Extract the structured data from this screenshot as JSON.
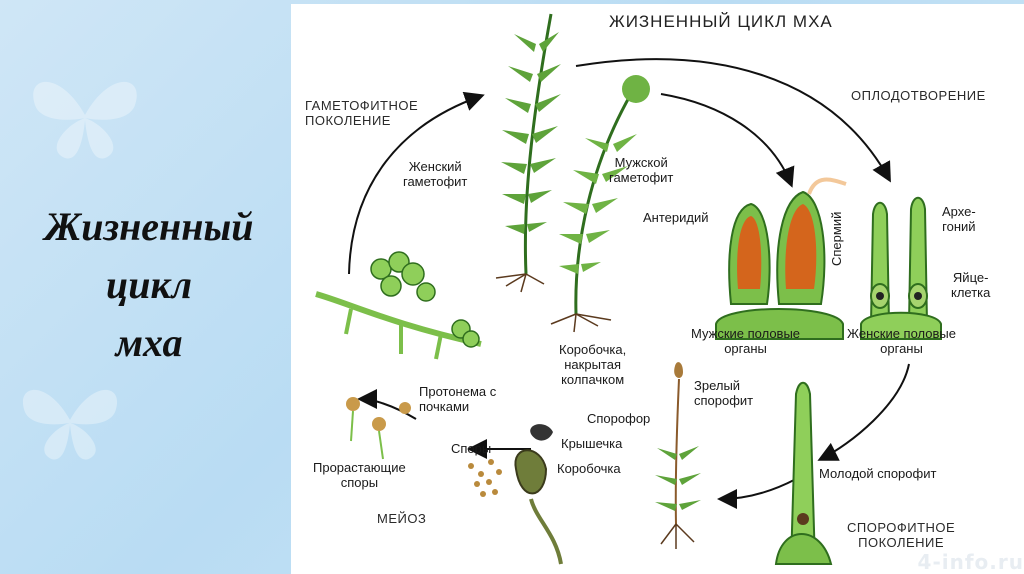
{
  "slide_title_lines": [
    "Жизненный",
    "цикл",
    "мха"
  ],
  "diagram": {
    "heading": "ЖИЗНЕННЫЙ ЦИКЛ МХА",
    "labels": {
      "gametophyte_generation": [
        "ГАМЕТОФИТНОЕ",
        "ПОКОЛЕНИЕ"
      ],
      "fertilization": "ОПЛОДОТВОРЕНИЕ",
      "female_gametophyte": [
        "Женский",
        "гаметофит"
      ],
      "male_gametophyte": [
        "Мужской",
        "гаметофит"
      ],
      "antheridium": "Антеридий",
      "sperm": "Спермий",
      "archegonium": [
        "Архе-",
        "гоний"
      ],
      "egg_cell": [
        "Яйце-",
        "клетка"
      ],
      "male_organs": [
        "Мужские половые",
        "органы"
      ],
      "female_organs": [
        "Женские половые",
        "органы"
      ],
      "capsule_with_cap": [
        "Коробочка,",
        "накрытая",
        "колпачком"
      ],
      "mature_sporophyte": [
        "Зрелый",
        "спорофит"
      ],
      "sporophore": "Спорофор",
      "lid": "Крышечка",
      "capsule": "Коробочка",
      "young_sporophyte": "Молодой спорофит",
      "sporophyte_generation": [
        "СПОРОФИТНОЕ",
        "ПОКОЛЕНИЕ"
      ],
      "protonema": [
        "Протонема с",
        "почками"
      ],
      "spores": "Споры",
      "germinating_spores": [
        "Прорастающие",
        "споры"
      ],
      "meiosis": "МЕЙОЗ"
    },
    "watermark": "4-info.ru"
  }
}
